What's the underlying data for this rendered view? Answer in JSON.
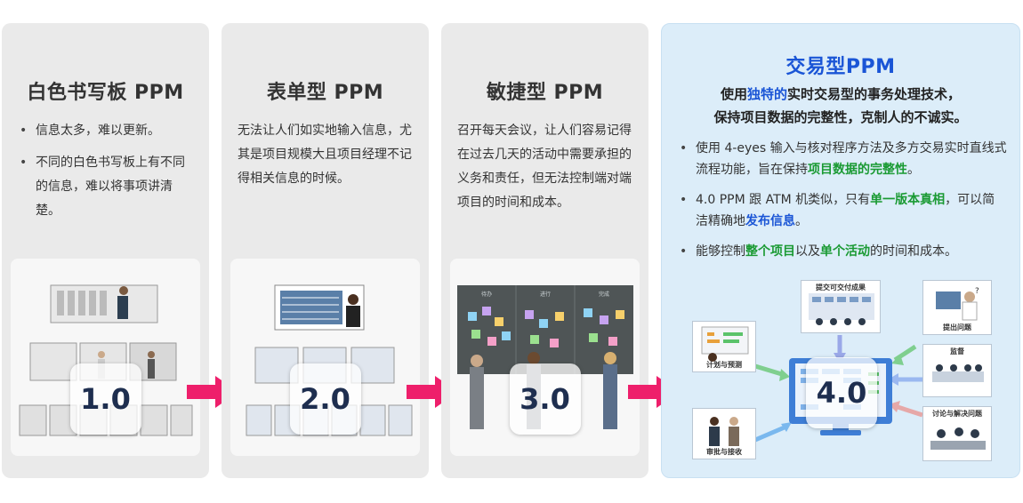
{
  "columns": [
    {
      "title": "白色书写板 PPM",
      "bullets": [
        "信息太多，难以更新。",
        "不同的白色书写板上有不同的信息，难以将事项讲清楚。"
      ],
      "version": "1.0"
    },
    {
      "title": "表单型 PPM",
      "text": "无法让人们如实地输入信息，尤其是项目规模大且项目经理不记得相关信息的时候。",
      "version": "2.0"
    },
    {
      "title": "敏捷型 PPM",
      "text": "召开每天会议，让人们容易记得在过去几天的活动中需要承担的义务和责任，但无法控制端对端项目的时间和成本。",
      "version": "3.0",
      "board_labels": [
        "待办",
        "进行",
        "完成"
      ]
    },
    {
      "title": "交易型PPM",
      "lead": {
        "l1a": "使用",
        "l1b": "独特的",
        "l1c": "实时交易型的事务处理技术，",
        "l2": "保持项目数据的完整性，克制人的不诚实。"
      },
      "b1": {
        "a": "使用 4-eyes 输入与核对程序方法及多方交易实时直线式流程功能，旨在保持",
        "b": "项目数据的完整性",
        "c": "。"
      },
      "b2": {
        "a": "4.0 PPM 跟 ATM 机类似，只有",
        "b": "单一版本真相",
        "c": "，可以简洁精确地",
        "d": "发布信息",
        "e": "。"
      },
      "b3": {
        "a": "能够控制",
        "b": "整个项目",
        "c": "以及",
        "d": "单个活动",
        "e": "的时间和成本。"
      },
      "version": "4.0",
      "tiles": {
        "submit": "提交可交付成果",
        "raise": "提出问题",
        "plan": "计划与预测",
        "monitor": "监督",
        "approve": "审批与接收",
        "discuss": "讨论与解决问题"
      }
    }
  ],
  "colors": {
    "arrow": "#ee1f6b",
    "accent_blue": "#1a55d6",
    "accent_green": "#1a9a33"
  }
}
